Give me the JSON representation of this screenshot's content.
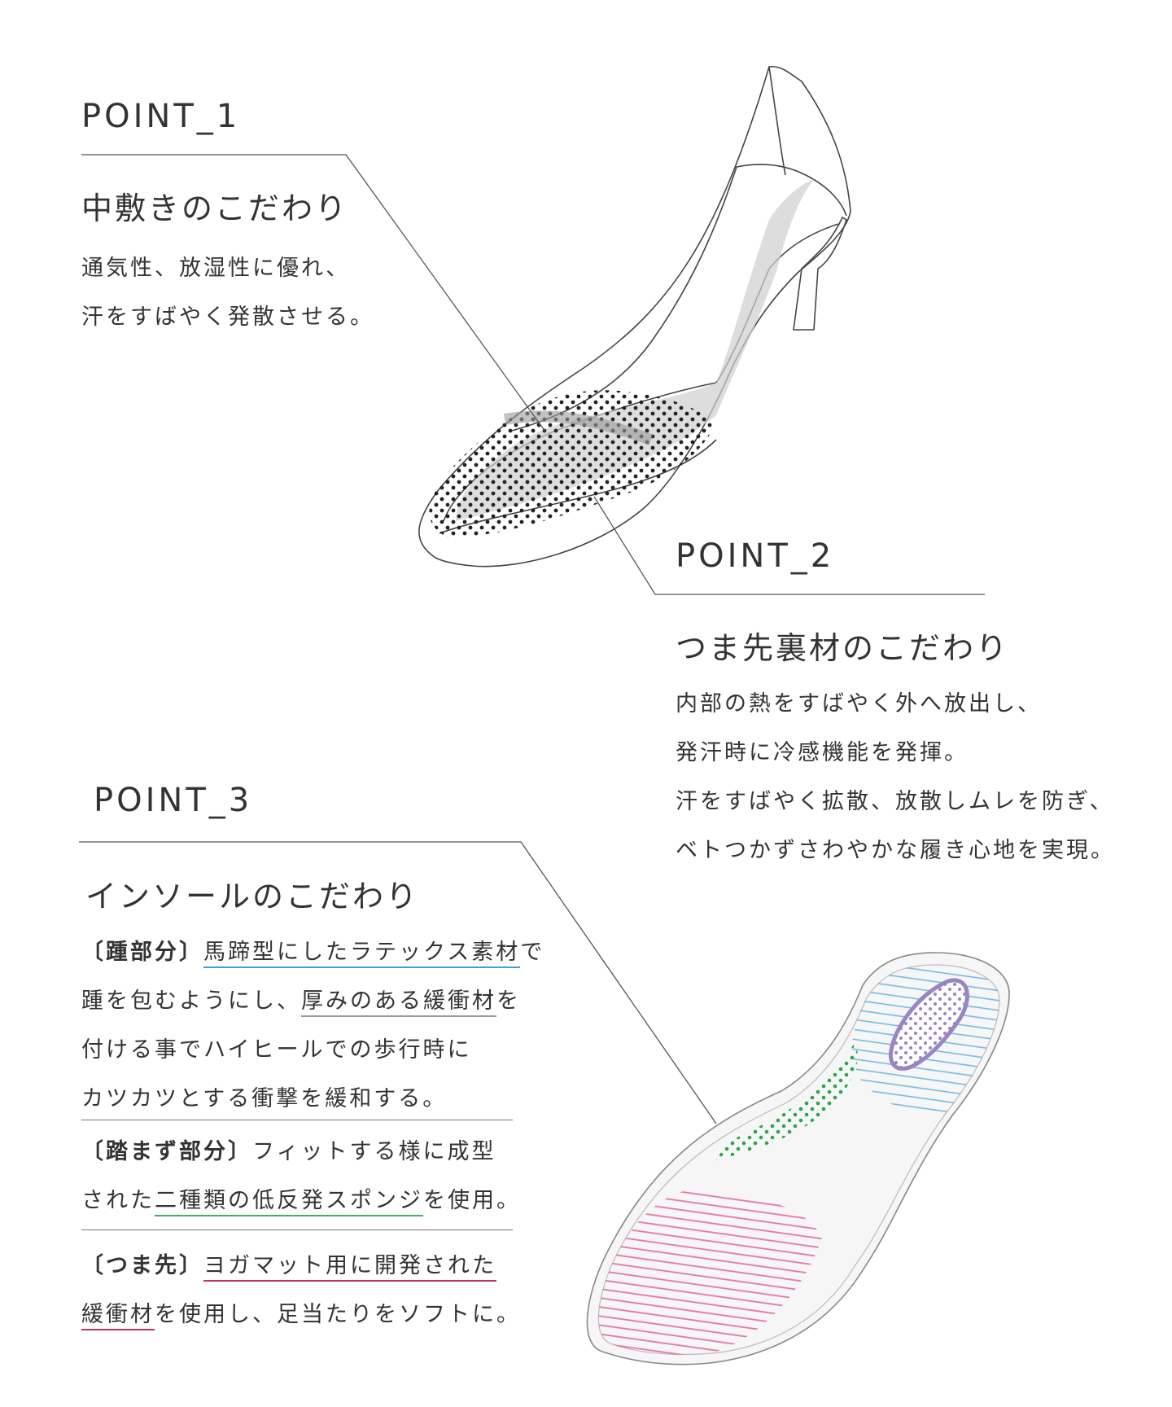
{
  "colors": {
    "line": "#555555",
    "dots": "#222222",
    "blue_stripe": "#6ab7e0",
    "pink_stripe": "#e374ac",
    "green_dots": "#2aa54a",
    "purple_pad": "#9a84c4"
  },
  "point1": {
    "label": "POINT_1",
    "heading": "中敷きのこだわり",
    "lines": [
      "通気性、放湿性に優れ、",
      "汗をすばやく発散させる。"
    ]
  },
  "point2": {
    "label": "POINT_2",
    "heading": "つま先裏材のこだわり",
    "lines": [
      "内部の熱をすばやく外へ放出し、",
      "発汗時に冷感機能を発揮。",
      "汗をすばやく拡散、放散しムレを防ぎ、",
      "ベトつかずさわやかな履き心地を実現。"
    ]
  },
  "point3": {
    "label": "POINT_3",
    "heading": "インソールのこだわり",
    "heel": {
      "tag": "〔踵部分〕",
      "l1_a": "馬蹄型にしたラテックス素材",
      "l1_b": "で",
      "l2_a": "踵を包むようにし、",
      "l2_b": "厚みのある緩衝材",
      "l2_c": "を",
      "l3": "付ける事でハイヒールでの歩行時に",
      "l4": "カツカツとする衝撃を緩和する。"
    },
    "arch": {
      "tag": "〔踏まず部分〕",
      "l1": "フィットする様に成型",
      "l2_a": "された",
      "l2_b": "二種類の低反発スポンジ",
      "l2_c": "を使用。"
    },
    "toe": {
      "tag": "〔つま先〕",
      "l1": "ヨガマット用に開発された",
      "l2_a": "緩衝材",
      "l2_b": "を使用し、足当たりをソフトに。"
    }
  }
}
